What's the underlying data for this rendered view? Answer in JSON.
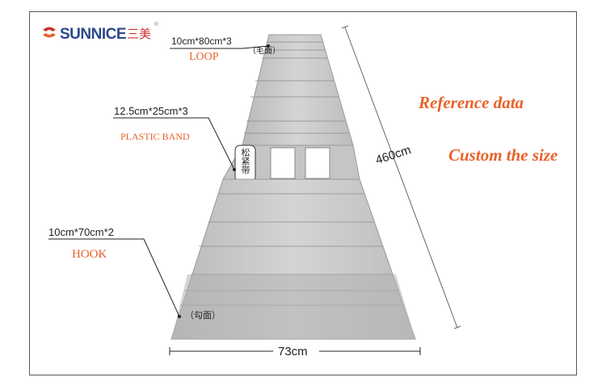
{
  "brand": {
    "name": "SUNNICE",
    "chinese": "三美",
    "trademark": "®",
    "colors": {
      "blue": "#2c4a8a",
      "red": "#c7352f"
    }
  },
  "labels": {
    "loop_size": "10cm*80cm*3",
    "loop_name": "LOOP",
    "loop_note": "（毛面）",
    "band_size": "12.5cm*25cm*3",
    "band_name": "PLASTIC BAND",
    "band_note": "松紧带",
    "hook_size": "10cm*70cm*2",
    "hook_name": "HOOK",
    "hook_note": "（勾面）"
  },
  "dimensions": {
    "length": "460cm",
    "width": "73cm"
  },
  "notes": {
    "reference": "Reference data",
    "custom": "Custom the size"
  },
  "colors": {
    "accent": "#e8622a",
    "mat": "#c9c9c9",
    "line": "#222222"
  }
}
